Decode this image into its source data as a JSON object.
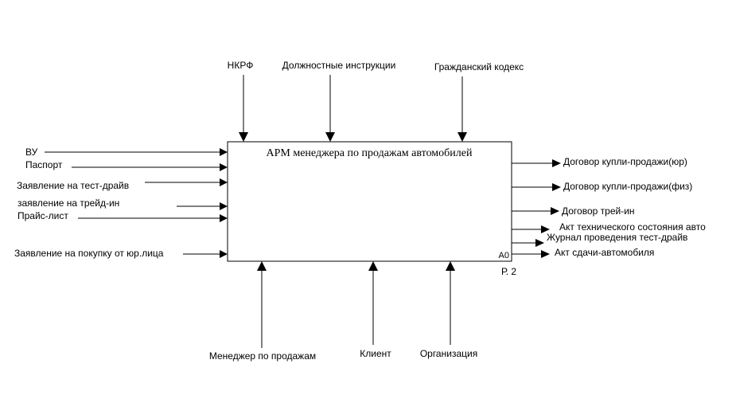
{
  "diagram": {
    "function_box": {
      "title": "АРМ менеджера по продажам автомобилей",
      "node": "A0",
      "page_ref": "Р. 2"
    },
    "controls": [
      "НКРФ",
      "Должностные инструкции",
      "Гражданский кодекс"
    ],
    "inputs": [
      "ВУ",
      "Паспорт",
      "Заявление на тест-драйв",
      "заявление на трейд-ин",
      "Прайс-лист",
      "Заявление на покупку от юр.лица"
    ],
    "outputs": [
      "Договор купли-продажи(юр)",
      "Договор купли-продажи(физ)",
      "Договор трей-ин",
      "Акт технического состояния авто",
      "Журнал проведения тест-драйв",
      "Акт сдачи-автомобиля"
    ],
    "mechanisms": [
      "Менеджер по продажам",
      "Клиент",
      "Организация"
    ]
  }
}
